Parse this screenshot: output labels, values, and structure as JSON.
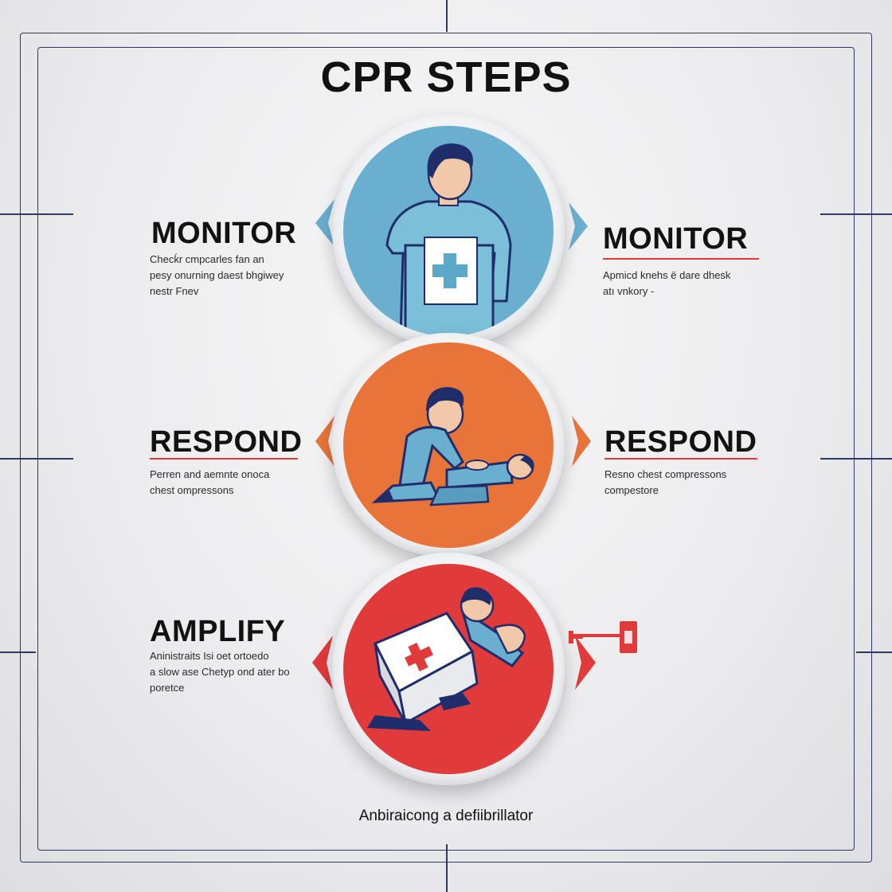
{
  "title": "CPR STEPS",
  "steps": [
    {
      "key": "monitor",
      "color": "#6aaed0",
      "left_heading": "MONITOR",
      "left_text": "Checḱr cmpcarles fan an\npesy onurning daest bhgiwey\nnestr Fnev",
      "right_heading": "MONITOR",
      "right_text": "Apmicd knehs ë dare dhesk\natı vnkory -"
    },
    {
      "key": "respond",
      "color": "#e8743a",
      "left_heading": "RESPOND",
      "left_text": "Perren and aemnte onoca\nchest ompressons",
      "right_heading": "RESPOND",
      "right_text": "Resno chest compressons\ncompestore"
    },
    {
      "key": "amplify",
      "color": "#e03a3a",
      "left_heading": "AMPLIFY",
      "left_text": "Aninistraits Isi oet ortoedo\na slow ase Chetyp ond ater bo\nporetce",
      "right_heading": "",
      "right_text": ""
    }
  ],
  "caption": "Anbiraicong a defiibrillator",
  "colors": {
    "accent_red": "#e23a3a",
    "frame": "#2c3a66",
    "navy": "#1f2d6b"
  }
}
